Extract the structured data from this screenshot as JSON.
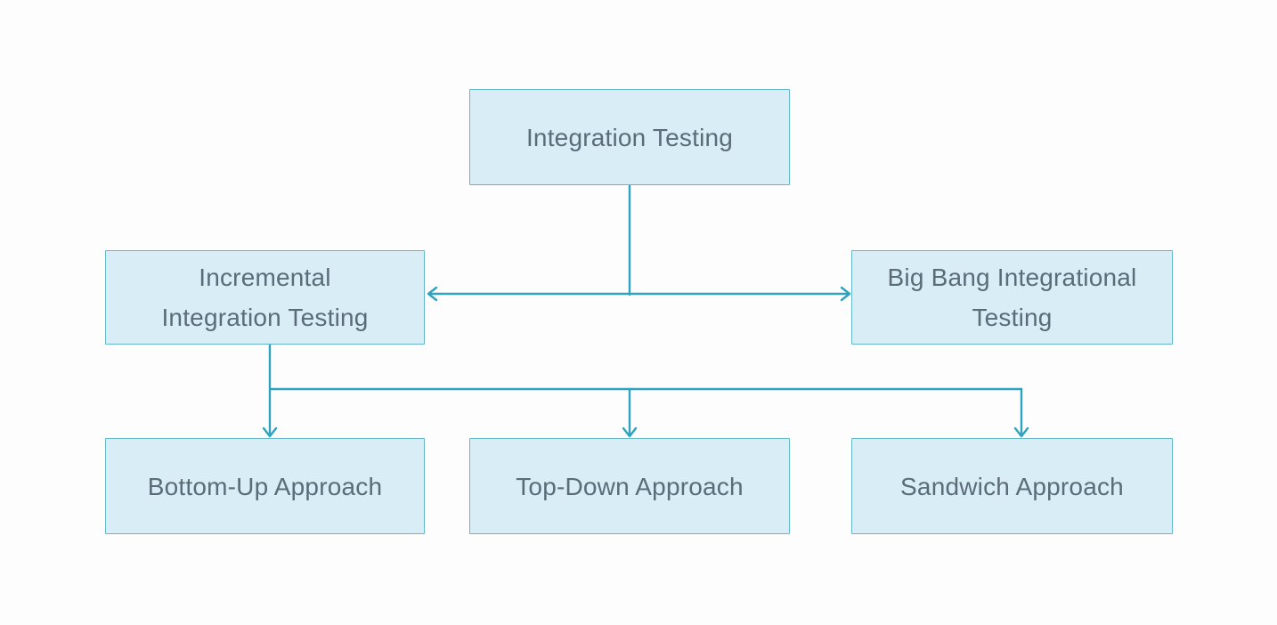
{
  "diagram": {
    "type": "flowchart",
    "topic": "Integration Testing hierarchy",
    "nodes": {
      "root": {
        "label": "Integration Testing"
      },
      "incremental": {
        "label": [
          "Incremental",
          "Integration Testing"
        ]
      },
      "bigbang": {
        "label": [
          "Big Bang Integrational",
          "Testing"
        ]
      },
      "bottom_up": {
        "label": "Bottom-Up Approach"
      },
      "top_down": {
        "label": "Top-Down Approach"
      },
      "sandwich": {
        "label": "Sandwich Approach"
      }
    },
    "edges": [
      {
        "from": "root",
        "to": "incremental",
        "arrow": true
      },
      {
        "from": "root",
        "to": "bigbang",
        "arrow": true
      },
      {
        "from": "incremental",
        "to": "bottom_up",
        "arrow": true
      },
      {
        "from": "incremental",
        "to": "top_down",
        "arrow": true
      },
      {
        "from": "incremental",
        "to": "sandwich",
        "arrow": true
      }
    ],
    "colors": {
      "background": "#fdfdfd",
      "node_fill": "#d8edf5",
      "node_border": "#67b7cc",
      "connector": "#2fa2bd",
      "text": "#5b6b79"
    }
  }
}
